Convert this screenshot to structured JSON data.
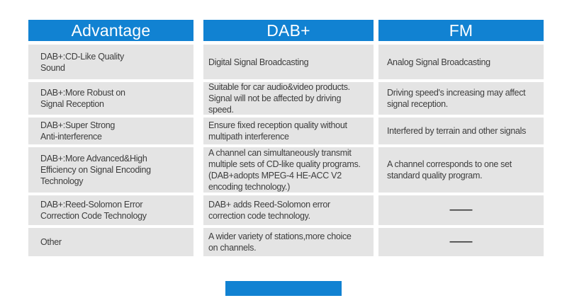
{
  "colors": {
    "header_bg": "#1182d2",
    "cell_bg": "#e4e4e4",
    "header_text": "#ffffff",
    "body_text": "#3d3d3d",
    "footer_bar": "#1182d2"
  },
  "table": {
    "columns": [
      {
        "label": "Advantage"
      },
      {
        "label": "DAB+"
      },
      {
        "label": "FM"
      }
    ],
    "rows": [
      {
        "cells": [
          "DAB+:CD-Like Quality\nSound",
          "Digital Signal Broadcasting",
          "Analog Signal Broadcasting"
        ]
      },
      {
        "cells": [
          "DAB+:More Robust on\nSignal Reception",
          "Suitable for car audio&video products.\nSignal will not be affected by driving\nspeed.",
          "Driving speed's increasing may affect\nsignal reception."
        ]
      },
      {
        "cells": [
          "DAB+:Super Strong\nAnti-interference",
          "Ensure fixed reception quality without\nmultipath interference",
          "Interfered by terrain and other signals"
        ]
      },
      {
        "cells": [
          "DAB+:More Advanced&High\nEfficiency on Signal Encoding\nTechnology",
          "A channel can simultaneously transmit\nmultiple sets of CD-like quality programs.\n(DAB+adopts MPEG-4 HE-ACC V2\nencoding technology.)",
          "A channel corresponds to one set\nstandard quality program."
        ]
      },
      {
        "cells": [
          "DAB+:Reed-Solomon Error\nCorrection Code Technology",
          "DAB+ adds Reed-Solomon error\ncorrection code technology.",
          "——"
        ]
      },
      {
        "cells": [
          "Other",
          "A wider variety of stations,more choice\non channels.",
          "——"
        ]
      }
    ]
  }
}
